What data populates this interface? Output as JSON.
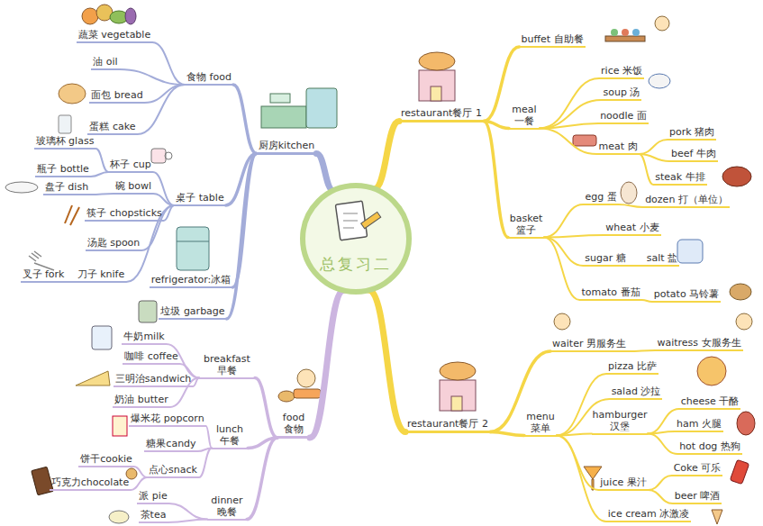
{
  "diagram": {
    "nodes": [
      {
        "text": [
          "总复习二"
        ]
      },
      {
        "text": [
          "厨房kitchen"
        ]
      },
      {
        "text": [
          "食物 food"
        ]
      },
      {
        "text": [
          "蔬菜 vegetable"
        ]
      },
      {
        "text": [
          "油 oil"
        ]
      },
      {
        "text": [
          "面包 bread"
        ]
      },
      {
        "text": [
          "蛋糕 cake"
        ]
      },
      {
        "text": [
          "桌子 table"
        ]
      },
      {
        "text": [
          "杯子 cup"
        ]
      },
      {
        "text": [
          "玻璃杯 glass"
        ]
      },
      {
        "text": [
          "瓶子 bottle"
        ]
      },
      {
        "text": [
          "碗 bowl"
        ]
      },
      {
        "text": [
          "盘子 dish"
        ]
      },
      {
        "text": [
          "筷子 chopsticks"
        ]
      },
      {
        "text": [
          "汤匙 spoon"
        ]
      },
      {
        "text": [
          "刀子 knife"
        ]
      },
      {
        "text": [
          "叉子 fork"
        ]
      },
      {
        "text": [
          "refrigerator:冰箱"
        ]
      },
      {
        "text": [
          "垃圾 garbage"
        ]
      },
      {
        "text": [
          "food 食物"
        ]
      },
      {
        "text": [
          "breakfast 早餐"
        ]
      },
      {
        "text": [
          "牛奶milk"
        ]
      },
      {
        "text": [
          "咖啡 coffee"
        ]
      },
      {
        "text": [
          "三明治sandwich"
        ]
      },
      {
        "text": [
          "奶油 butter"
        ]
      },
      {
        "text": [
          "lunch 午餐"
        ]
      },
      {
        "text": [
          "爆米花 popcorn"
        ]
      },
      {
        "text": [
          "糖果candy"
        ]
      },
      {
        "text": [
          "点心snack"
        ]
      },
      {
        "text": [
          "饼干cookie"
        ]
      },
      {
        "text": [
          "巧克力chocolate"
        ]
      },
      {
        "text": [
          "dinner 晚餐"
        ]
      },
      {
        "text": [
          "派 pie"
        ]
      },
      {
        "text": [
          "茶tea"
        ]
      },
      {
        "text": [
          "restaurant餐厅 1"
        ]
      },
      {
        "text": [
          "buffet 自助餐"
        ]
      },
      {
        "text": [
          "meal 一餐"
        ]
      },
      {
        "text": [
          "rice 米饭"
        ]
      },
      {
        "text": [
          "soup 汤"
        ]
      },
      {
        "text": [
          "noodle 面"
        ]
      },
      {
        "text": [
          "meat 肉"
        ]
      },
      {
        "text": [
          "pork 猪肉"
        ]
      },
      {
        "text": [
          "beef 牛肉"
        ]
      },
      {
        "text": [
          "steak 牛排"
        ]
      },
      {
        "text": [
          "basket 篮子"
        ]
      },
      {
        "text": [
          "egg 蛋"
        ]
      },
      {
        "text": [
          "dozen 打（单位）"
        ]
      },
      {
        "text": [
          "wheat 小麦"
        ]
      },
      {
        "text": [
          "sugar 糖"
        ]
      },
      {
        "text": [
          "salt 盐"
        ]
      },
      {
        "text": [
          "tomato 番茄"
        ]
      },
      {
        "text": [
          "potato 马铃薯"
        ]
      },
      {
        "text": [
          "restaurant餐厅 2"
        ]
      },
      {
        "text": [
          "waiter 男服务生"
        ]
      },
      {
        "text": [
          "waitress 女服务生"
        ]
      },
      {
        "text": [
          "menu 菜单"
        ]
      },
      {
        "text": [
          "pizza 比萨"
        ]
      },
      {
        "text": [
          "salad 沙拉"
        ]
      },
      {
        "text": [
          "hamburger 汉堡"
        ]
      },
      {
        "text": [
          "cheese 干酪"
        ]
      },
      {
        "text": [
          "ham 火腿"
        ]
      },
      {
        "text": [
          "hot dog 热狗"
        ]
      },
      {
        "text": [
          "juice 果汁"
        ]
      },
      {
        "text": [
          "Coke 可乐"
        ]
      },
      {
        "text": [
          "beer 啤酒"
        ]
      },
      {
        "text": [
          "ice cream 冰激凌"
        ]
      }
    ],
    "edges": [
      {
        "from": 0,
        "to": 1,
        "arrow": "none"
      },
      {
        "from": 0,
        "to": 19,
        "arrow": "none"
      },
      {
        "from": 0,
        "to": 34,
        "arrow": "none"
      },
      {
        "from": 0,
        "to": 52,
        "arrow": "none"
      },
      {
        "from": 1,
        "to": 2,
        "arrow": "none"
      },
      {
        "from": 2,
        "to": 3,
        "arrow": "none"
      },
      {
        "from": 2,
        "to": 4,
        "arrow": "none"
      },
      {
        "from": 2,
        "to": 5,
        "arrow": "none"
      },
      {
        "from": 2,
        "to": 6,
        "arrow": "none"
      },
      {
        "from": 1,
        "to": 7,
        "arrow": "none"
      },
      {
        "from": 7,
        "to": 8,
        "arrow": "none"
      },
      {
        "from": 8,
        "to": 9,
        "arrow": "none"
      },
      {
        "from": 8,
        "to": 10,
        "arrow": "none"
      },
      {
        "from": 7,
        "to": 11,
        "arrow": "none"
      },
      {
        "from": 11,
        "to": 12,
        "arrow": "none"
      },
      {
        "from": 7,
        "to": 13,
        "arrow": "none"
      },
      {
        "from": 7,
        "to": 14,
        "arrow": "none"
      },
      {
        "from": 7,
        "to": 15,
        "arrow": "none"
      },
      {
        "from": 15,
        "to": 16,
        "arrow": "none"
      },
      {
        "from": 1,
        "to": 17,
        "arrow": "none"
      },
      {
        "from": 1,
        "to": 18,
        "arrow": "none"
      },
      {
        "from": 19,
        "to": 20,
        "arrow": "none"
      },
      {
        "from": 20,
        "to": 21,
        "arrow": "none"
      },
      {
        "from": 20,
        "to": 22,
        "arrow": "none"
      },
      {
        "from": 20,
        "to": 23,
        "arrow": "none"
      },
      {
        "from": 20,
        "to": 24,
        "arrow": "none"
      },
      {
        "from": 19,
        "to": 25,
        "arrow": "none"
      },
      {
        "from": 25,
        "to": 26,
        "arrow": "none"
      },
      {
        "from": 25,
        "to": 27,
        "arrow": "none"
      },
      {
        "from": 25,
        "to": 28,
        "arrow": "none"
      },
      {
        "from": 28,
        "to": 29,
        "arrow": "none"
      },
      {
        "from": 28,
        "to": 30,
        "arrow": "none"
      },
      {
        "from": 19,
        "to": 31,
        "arrow": "none"
      },
      {
        "from": 31,
        "to": 32,
        "arrow": "none"
      },
      {
        "from": 31,
        "to": 33,
        "arrow": "none"
      },
      {
        "from": 34,
        "to": 35,
        "arrow": "none"
      },
      {
        "from": 34,
        "to": 36,
        "arrow": "none"
      },
      {
        "from": 36,
        "to": 37,
        "arrow": "none"
      },
      {
        "from": 36,
        "to": 38,
        "arrow": "none"
      },
      {
        "from": 36,
        "to": 39,
        "arrow": "none"
      },
      {
        "from": 36,
        "to": 40,
        "arrow": "none"
      },
      {
        "from": 40,
        "to": 41,
        "arrow": "none"
      },
      {
        "from": 40,
        "to": 42,
        "arrow": "none"
      },
      {
        "from": 40,
        "to": 43,
        "arrow": "none"
      },
      {
        "from": 34,
        "to": 44,
        "arrow": "none"
      },
      {
        "from": 44,
        "to": 45,
        "arrow": "none"
      },
      {
        "from": 45,
        "to": 46,
        "arrow": "none"
      },
      {
        "from": 44,
        "to": 47,
        "arrow": "none"
      },
      {
        "from": 44,
        "to": 48,
        "arrow": "none"
      },
      {
        "from": 48,
        "to": 49,
        "arrow": "none"
      },
      {
        "from": 44,
        "to": 50,
        "arrow": "none"
      },
      {
        "from": 50,
        "to": 51,
        "arrow": "none"
      },
      {
        "from": 52,
        "to": 53,
        "arrow": "none"
      },
      {
        "from": 53,
        "to": 54,
        "arrow": "none"
      },
      {
        "from": 52,
        "to": 55,
        "arrow": "none"
      },
      {
        "from": 55,
        "to": 56,
        "arrow": "none"
      },
      {
        "from": 55,
        "to": 57,
        "arrow": "none"
      },
      {
        "from": 55,
        "to": 58,
        "arrow": "none"
      },
      {
        "from": 58,
        "to": 59,
        "arrow": "none"
      },
      {
        "from": 58,
        "to": 60,
        "arrow": "none"
      },
      {
        "from": 58,
        "to": 61,
        "arrow": "none"
      },
      {
        "from": 55,
        "to": 62,
        "arrow": "none"
      },
      {
        "from": 62,
        "to": 63,
        "arrow": "none"
      },
      {
        "from": 62,
        "to": 64,
        "arrow": "none"
      },
      {
        "from": 55,
        "to": 65,
        "arrow": "none"
      }
    ]
  }
}
